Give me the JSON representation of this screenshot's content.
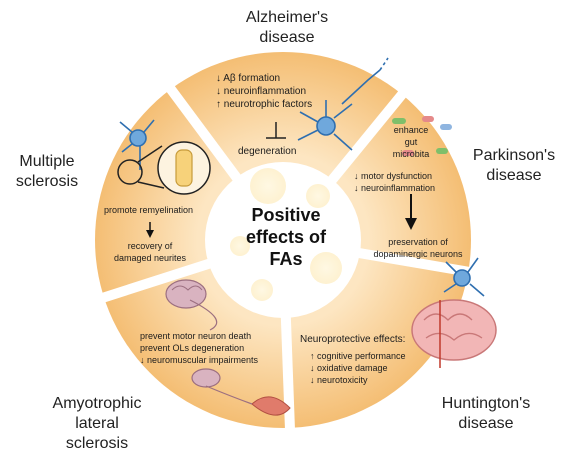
{
  "center": {
    "lines": [
      "Positive",
      "effects of",
      "FAs"
    ]
  },
  "diseases": {
    "alzheimers": {
      "label_lines": [
        "Alzheimer's",
        "disease"
      ],
      "effects": [
        "↓ Aβ formation",
        "↓ neuroinflammation",
        "↑ neurotrophic factors"
      ],
      "inhibits": "⊥",
      "outcome": "degeneration"
    },
    "parkinsons": {
      "label_lines": [
        "Parkinson's",
        "disease"
      ],
      "gut_lines": [
        "enhance",
        "gut",
        "microbita"
      ],
      "effects": [
        "↓ motor dysfunction",
        "↓ neuroinflammation"
      ],
      "outcome_lines": [
        "preservation of",
        "dopaminergic neurons"
      ]
    },
    "huntingtons": {
      "label_lines": [
        "Huntington's",
        "disease"
      ],
      "heading": "Neuroprotective effects:",
      "effects": [
        "↑ cognitive performance",
        "↓ oxidative damage",
        "↓ neurotoxicity"
      ]
    },
    "als": {
      "label_lines": [
        "Amyotrophic",
        "lateral",
        "sclerosis"
      ],
      "effects": [
        "prevent motor neuron death",
        "prevent OLs degeneration",
        "↓ neuromuscular impairments"
      ]
    },
    "ms": {
      "label_lines": [
        "Multiple",
        "sclerosis"
      ],
      "effect": "promote remyelination",
      "arrow": "↓",
      "outcome_lines": [
        "recovery of",
        "damaged neurites"
      ]
    }
  },
  "colors": {
    "segment_light": "#fde7c4",
    "segment_dark": "#f6c27a",
    "center_fill": "#ffffff",
    "separator": "#ffffff"
  }
}
